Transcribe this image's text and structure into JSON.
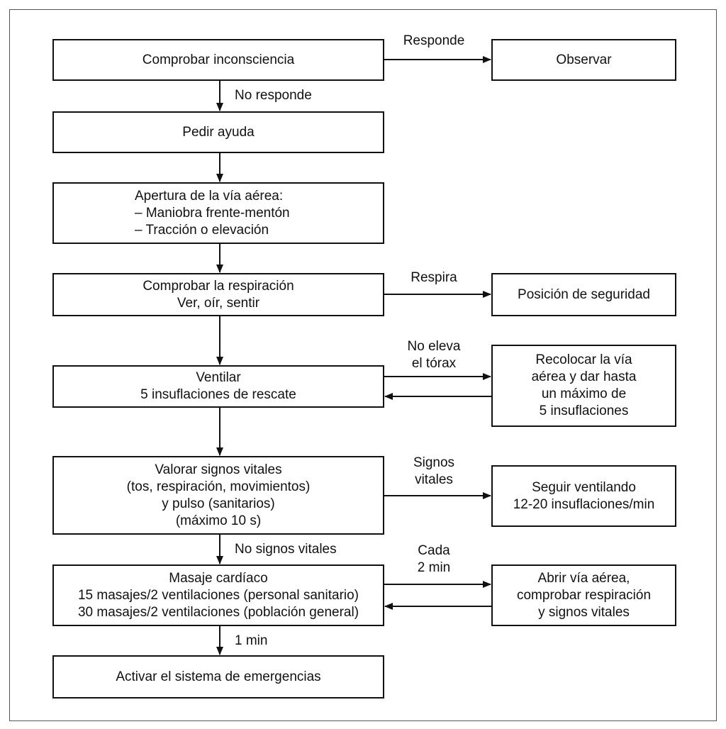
{
  "diagram": {
    "nodes": {
      "unconsciousness": "Comprobar inconsciencia",
      "observe": "Observar",
      "help": "Pedir ayuda",
      "airway": "Apertura de la vía aérea:\n– Maniobra frente-mentón\n– Tracción o elevación",
      "breathing": "Comprobar la respiración\nVer, oír, sentir",
      "safety_position": "Posición de seguridad",
      "ventilate": "Ventilar\n5 insuflaciones de rescate",
      "reposition": "Recolocar la vía\naérea y dar hasta\nun máximo de\n5 insuflaciones",
      "vital_signs": "Valorar signos vitales\n(tos, respiración, movimientos)\ny pulso (sanitarios)\n(máximo 10 s)",
      "keep_ventilating": "Seguir ventilando\n12-20 insuflaciones/min",
      "cardiac_massage": "Masaje cardíaco\n15 masajes/2 ventilaciones (personal sanitario)\n30 masajes/2 ventilaciones (población general)",
      "check_again": "Abrir vía aérea,\ncomprobar respiración\ny signos vitales",
      "emergency": "Activar el sistema de emergencias"
    },
    "edges": {
      "responds": "Responde",
      "no_response": "No responde",
      "breathes": "Respira",
      "chest_not_rising": "No eleva\nel tórax",
      "vital_signs_present": "Signos\nvitales",
      "no_vital_signs": "No signos vitales",
      "every_2_min": "Cada\n2 min",
      "one_min": "1 min"
    }
  }
}
